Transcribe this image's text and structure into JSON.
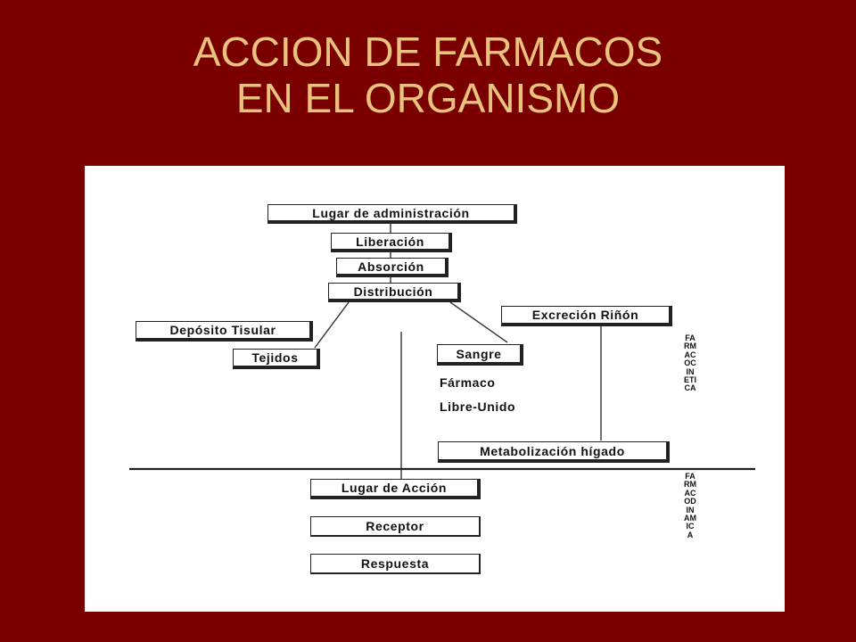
{
  "slide": {
    "title_line1": "ACCION DE FARMACOS",
    "title_line2": "EN EL ORGANISMO"
  },
  "diagram": {
    "nodes": {
      "lugar_administracion": "Lugar de administración",
      "liberacion": "Liberación",
      "absorcion": "Absorción",
      "distribucion": "Distribución",
      "deposito_tisular": "Depósito Tisular",
      "tejidos": "Tejidos",
      "sangre": "Sangre",
      "excrecion_rinon": "Excreción Riñón",
      "metabolizacion_higado": "Metabolización hígado",
      "lugar_accion": "Lugar de Acción",
      "receptor": "Receptor",
      "respuesta": "Respuesta"
    },
    "text": {
      "farmaco": "Fármaco",
      "libre_unido": "Libre-Unido"
    },
    "side_labels": {
      "farmacocinetica": "FARMACOCINETICA",
      "farmacodinamica": "FARMACODINAMICA"
    }
  },
  "colors": {
    "background": "#7a0000",
    "title": "#e9c27d",
    "panel": "#ffffff"
  }
}
